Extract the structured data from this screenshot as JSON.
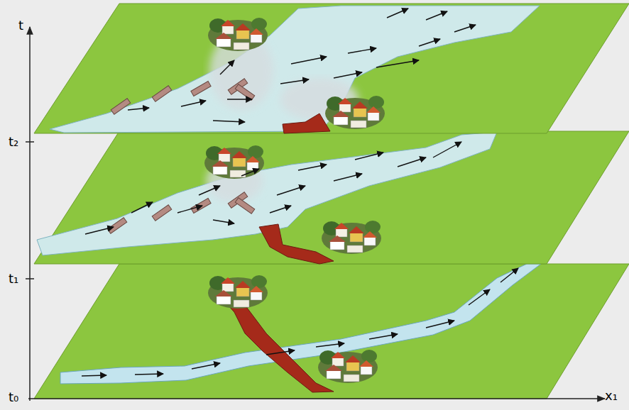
{
  "diagram": {
    "labels": [
      "t",
      "t₂",
      "t₁",
      "t₀",
      "x₁"
    ]
  }
}
